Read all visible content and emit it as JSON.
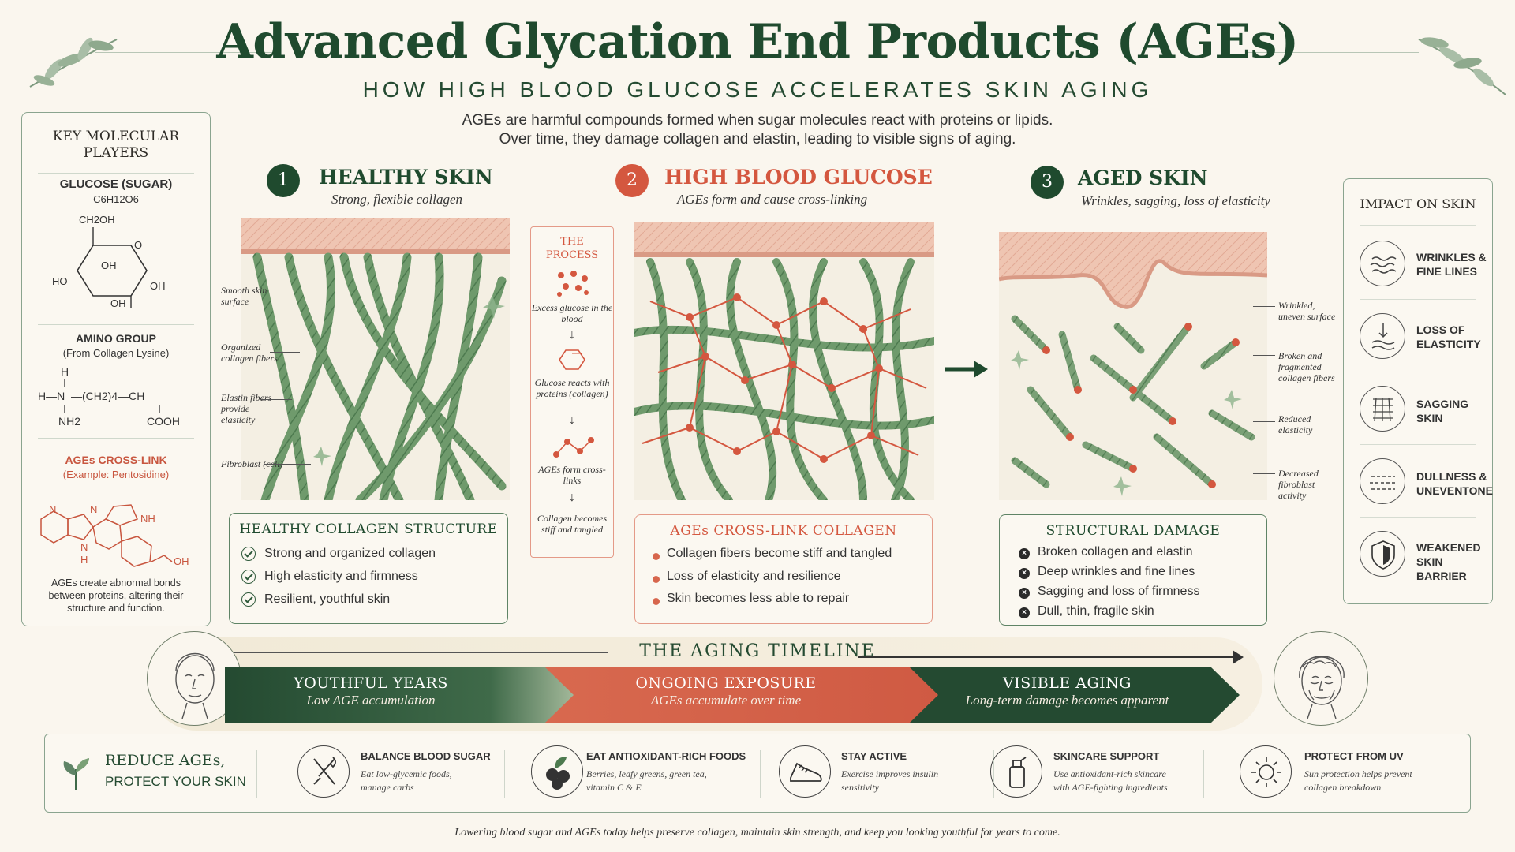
{
  "header": {
    "title": "Advanced Glycation End Products (AGEs)",
    "subtitle": "HOW HIGH BLOOD GLUCOSE ACCELERATES SKIN AGING",
    "intro_line1": "AGEs are harmful compounds formed when sugar molecules react with proteins or lipids.",
    "intro_line2": "Over time, they damage collagen and elastin, leading to visible signs of aging."
  },
  "molecular": {
    "heading": "KEY MOLECULAR PLAYERS",
    "glucose_label": "GLUCOSE (SUGAR)",
    "glucose_formula": "C6H12O6",
    "glucose_atoms": {
      "ch2oh": "CH2OH",
      "o": "O",
      "oh1": "OH",
      "ho": "HO",
      "oh2": "OH",
      "oh3": "OH"
    },
    "amino_label": "AMINO GROUP",
    "amino_sub": "(From Collagen Lysine)",
    "amino_atoms": {
      "h": "H",
      "n": "H—N",
      "chain": "—(CH2)4—CH",
      "nh2": "NH2",
      "cooh": "COOH"
    },
    "ages_label": "AGEs CROSS-LINK",
    "ages_sub": "(Example: Pentosidine)",
    "ages_atoms": {
      "n1": "N",
      "n2": "N",
      "nh": "NH",
      "n3": "N",
      "h": "H",
      "oh": "OH"
    },
    "ages_note": "AGEs create abnormal bonds between proteins, altering their structure and function."
  },
  "sections": [
    {
      "number": "1",
      "title": "HEALTHY SKIN",
      "subtitle": "Strong, flexible collagen"
    },
    {
      "number": "2",
      "title": "HIGH BLOOD GLUCOSE",
      "subtitle": "AGEs form and cause cross-linking"
    },
    {
      "number": "3",
      "title": "AGED SKIN",
      "subtitle": "Wrinkles, sagging, loss of elasticity"
    }
  ],
  "annotations_left": [
    "Smooth skin surface",
    "Organized collagen fibers",
    "Elastin fibers provide elasticity",
    "Fibroblast (cell)"
  ],
  "annotations_right": [
    "Wrinkled, uneven surface",
    "Broken and fragmented collagen fibers",
    "Reduced elasticity",
    "Decreased fibroblast activity"
  ],
  "process": {
    "title": "THE PROCESS",
    "steps": [
      "Excess glucose in the blood",
      "Glucose reacts with proteins (collagen)",
      "AGEs form cross-links",
      "Collagen becomes stiff and tangled"
    ],
    "arrow": "↓"
  },
  "boxes": {
    "healthy": {
      "title": "HEALTHY COLLAGEN STRUCTURE",
      "items": [
        "Strong and organized collagen",
        "High elasticity and firmness",
        "Resilient, youthful skin"
      ]
    },
    "crosslink": {
      "title": "AGEs CROSS-LINK COLLAGEN",
      "items": [
        "Collagen fibers become stiff and tangled",
        "Loss of elasticity and resilience",
        "Skin becomes less able to repair"
      ]
    },
    "damage": {
      "title": "STRUCTURAL DAMAGE",
      "items": [
        "Broken collagen and elastin",
        "Deep wrinkles and fine lines",
        "Sagging and loss of firmness",
        "Dull, thin, fragile skin"
      ]
    }
  },
  "impact": {
    "title": "IMPACT ON SKIN",
    "items": [
      {
        "label": "WRINKLES & FINE LINES",
        "icon": "wrinkles-icon"
      },
      {
        "label": "LOSS OF ELASTICITY",
        "icon": "elasticity-icon"
      },
      {
        "label": "SAGGING SKIN",
        "icon": "sagging-icon"
      },
      {
        "label": "DULLNESS & UNEVENTONE",
        "icon": "dullness-icon"
      },
      {
        "label": "WEAKENED SKIN BARRIER",
        "icon": "shield-icon"
      }
    ]
  },
  "timeline": {
    "title": "THE AGING TIMELINE",
    "stages": [
      {
        "title": "YOUTHFUL YEARS",
        "subtitle": "Low AGE accumulation"
      },
      {
        "title": "ONGOING EXPOSURE",
        "subtitle": "AGEs accumulate over time"
      },
      {
        "title": "VISIBLE AGING",
        "subtitle": "Long-term damage becomes apparent"
      }
    ]
  },
  "tips": {
    "heading_line1": "REDUCE AGEs,",
    "heading_line2": "PROTECT YOUR SKIN",
    "items": [
      {
        "title": "BALANCE BLOOD SUGAR",
        "desc1": "Eat low-glycemic foods,",
        "desc2": "manage carbs",
        "icon": "fork-knife-icon"
      },
      {
        "title": "EAT ANTIOXIDANT-RICH FOODS",
        "desc1": "Berries, leafy greens, green tea,",
        "desc2": "vitamin C & E",
        "icon": "berries-icon"
      },
      {
        "title": "STAY ACTIVE",
        "desc1": "Exercise improves insulin",
        "desc2": "sensitivity",
        "icon": "sneaker-icon"
      },
      {
        "title": "SKINCARE SUPPORT",
        "desc1": "Use antioxidant-rich skincare",
        "desc2": "with AGE-fighting ingredients",
        "icon": "bottle-icon"
      },
      {
        "title": "PROTECT FROM UV",
        "desc1": "Sun protection helps prevent",
        "desc2": "collagen breakdown",
        "icon": "sun-icon"
      }
    ]
  },
  "footer": "Lowering blood sugar and AGEs today helps preserve collagen, maintain skin strength, and keep you looking youthful for years to come.",
  "colors": {
    "green": "#1f4a2e",
    "red": "#d4573f",
    "background": "#faf6ee"
  }
}
